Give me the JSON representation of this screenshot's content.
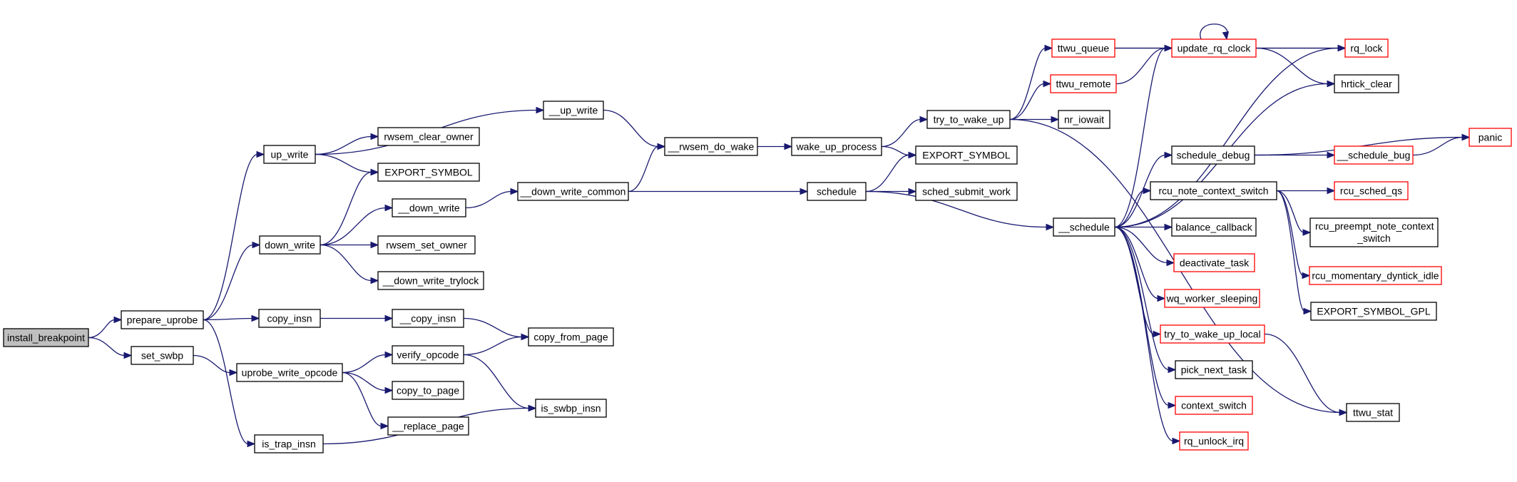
{
  "graph": {
    "edge_color": "#191970",
    "node_fill": "#ffffff",
    "root_fill": "#bfbfbf",
    "border_normal": "#000000",
    "border_truncated": "#ff0000",
    "nodes": [
      {
        "id": "install_breakpoint",
        "label": "install_breakpoint",
        "style": "root"
      },
      {
        "id": "prepare_uprobe",
        "label": "prepare_uprobe",
        "style": "normal"
      },
      {
        "id": "set_swbp",
        "label": "set_swbp",
        "style": "normal"
      },
      {
        "id": "up_write",
        "label": "up_write",
        "style": "normal"
      },
      {
        "id": "down_write",
        "label": "down_write",
        "style": "normal"
      },
      {
        "id": "copy_insn",
        "label": "copy_insn",
        "style": "normal"
      },
      {
        "id": "is_trap_insn",
        "label": "is_trap_insn",
        "style": "normal"
      },
      {
        "id": "__up_write",
        "label": "__up_write",
        "style": "normal"
      },
      {
        "id": "rwsem_clear_owner",
        "label": "rwsem_clear_owner",
        "style": "normal"
      },
      {
        "id": "EXPORT_SYMBOL_1",
        "label": "EXPORT_SYMBOL",
        "style": "normal"
      },
      {
        "id": "__down_write",
        "label": "__down_write",
        "style": "normal"
      },
      {
        "id": "rwsem_set_owner",
        "label": "rwsem_set_owner",
        "style": "normal"
      },
      {
        "id": "__down_write_trylock",
        "label": "__down_write_trylock",
        "style": "normal"
      },
      {
        "id": "__copy_insn",
        "label": "__copy_insn",
        "style": "normal"
      },
      {
        "id": "uprobe_write_opcode",
        "label": "uprobe_write_opcode",
        "style": "normal"
      },
      {
        "id": "verify_opcode",
        "label": "verify_opcode",
        "style": "normal"
      },
      {
        "id": "copy_to_page",
        "label": "copy_to_page",
        "style": "normal"
      },
      {
        "id": "__replace_page",
        "label": "__replace_page",
        "style": "normal"
      },
      {
        "id": "copy_from_page",
        "label": "copy_from_page",
        "style": "normal"
      },
      {
        "id": "is_swbp_insn",
        "label": "is_swbp_insn",
        "style": "normal"
      },
      {
        "id": "__rwsem_do_wake",
        "label": "__rwsem_do_wake",
        "style": "normal"
      },
      {
        "id": "__down_write_common",
        "label": "__down_write_common",
        "style": "normal"
      },
      {
        "id": "wake_up_process",
        "label": "wake_up_process",
        "style": "normal"
      },
      {
        "id": "schedule",
        "label": "schedule",
        "style": "normal"
      },
      {
        "id": "try_to_wake_up",
        "label": "try_to_wake_up",
        "style": "normal"
      },
      {
        "id": "EXPORT_SYMBOL_2",
        "label": "EXPORT_SYMBOL",
        "style": "normal"
      },
      {
        "id": "sched_submit_work",
        "label": "sched_submit_work",
        "style": "normal"
      },
      {
        "id": "ttwu_queue",
        "label": "ttwu_queue",
        "style": "truncated"
      },
      {
        "id": "ttwu_remote",
        "label": "ttwu_remote",
        "style": "truncated"
      },
      {
        "id": "nr_iowait",
        "label": "nr_iowait",
        "style": "normal"
      },
      {
        "id": "__schedule",
        "label": "__schedule",
        "style": "normal"
      },
      {
        "id": "update_rq_clock",
        "label": "update_rq_clock",
        "style": "truncated"
      },
      {
        "id": "rq_lock",
        "label": "rq_lock",
        "style": "truncated"
      },
      {
        "id": "hrtick_clear",
        "label": "hrtick_clear",
        "style": "normal"
      },
      {
        "id": "schedule_debug",
        "label": "schedule_debug",
        "style": "normal"
      },
      {
        "id": "__schedule_bug",
        "label": "__schedule_bug",
        "style": "truncated"
      },
      {
        "id": "panic",
        "label": "panic",
        "style": "truncated"
      },
      {
        "id": "rcu_note_context_switch",
        "label": "rcu_note_context_switch",
        "style": "normal"
      },
      {
        "id": "rcu_sched_qs",
        "label": "rcu_sched_qs",
        "style": "truncated"
      },
      {
        "id": "rcu_preempt_note_context_switch",
        "label": "rcu_preempt_note_context\n_switch",
        "style": "normal"
      },
      {
        "id": "rcu_momentary_dyntick_idle",
        "label": "rcu_momentary_dyntick_idle",
        "style": "truncated"
      },
      {
        "id": "EXPORT_SYMBOL_GPL",
        "label": "EXPORT_SYMBOL_GPL",
        "style": "normal"
      },
      {
        "id": "balance_callback",
        "label": "balance_callback",
        "style": "normal"
      },
      {
        "id": "deactivate_task",
        "label": "deactivate_task",
        "style": "truncated"
      },
      {
        "id": "wq_worker_sleeping",
        "label": "wq_worker_sleeping",
        "style": "truncated"
      },
      {
        "id": "try_to_wake_up_local",
        "label": "try_to_wake_up_local",
        "style": "truncated"
      },
      {
        "id": "pick_next_task",
        "label": "pick_next_task",
        "style": "normal"
      },
      {
        "id": "context_switch",
        "label": "context_switch",
        "style": "truncated"
      },
      {
        "id": "rq_unlock_irq",
        "label": "rq_unlock_irq",
        "style": "truncated"
      },
      {
        "id": "ttwu_stat",
        "label": "ttwu_stat",
        "style": "normal"
      }
    ],
    "edges": [
      [
        "install_breakpoint",
        "prepare_uprobe"
      ],
      [
        "install_breakpoint",
        "set_swbp"
      ],
      [
        "prepare_uprobe",
        "up_write"
      ],
      [
        "prepare_uprobe",
        "down_write"
      ],
      [
        "prepare_uprobe",
        "copy_insn"
      ],
      [
        "prepare_uprobe",
        "is_trap_insn"
      ],
      [
        "up_write",
        "__up_write"
      ],
      [
        "up_write",
        "rwsem_clear_owner"
      ],
      [
        "up_write",
        "EXPORT_SYMBOL_1"
      ],
      [
        "down_write",
        "EXPORT_SYMBOL_1"
      ],
      [
        "down_write",
        "__down_write"
      ],
      [
        "down_write",
        "rwsem_set_owner"
      ],
      [
        "down_write",
        "__down_write_trylock"
      ],
      [
        "copy_insn",
        "__copy_insn"
      ],
      [
        "__copy_insn",
        "copy_from_page"
      ],
      [
        "set_swbp",
        "uprobe_write_opcode"
      ],
      [
        "uprobe_write_opcode",
        "verify_opcode"
      ],
      [
        "uprobe_write_opcode",
        "copy_to_page"
      ],
      [
        "uprobe_write_opcode",
        "__replace_page"
      ],
      [
        "verify_opcode",
        "copy_from_page"
      ],
      [
        "verify_opcode",
        "is_swbp_insn"
      ],
      [
        "is_trap_insn",
        "is_swbp_insn"
      ],
      [
        "__up_write",
        "__rwsem_do_wake"
      ],
      [
        "__down_write",
        "__down_write_common"
      ],
      [
        "__down_write_common",
        "__rwsem_do_wake"
      ],
      [
        "__down_write_common",
        "schedule"
      ],
      [
        "__rwsem_do_wake",
        "wake_up_process"
      ],
      [
        "wake_up_process",
        "try_to_wake_up"
      ],
      [
        "wake_up_process",
        "EXPORT_SYMBOL_2"
      ],
      [
        "schedule",
        "EXPORT_SYMBOL_2"
      ],
      [
        "schedule",
        "sched_submit_work"
      ],
      [
        "schedule",
        "__schedule"
      ],
      [
        "try_to_wake_up",
        "ttwu_queue"
      ],
      [
        "try_to_wake_up",
        "ttwu_remote"
      ],
      [
        "try_to_wake_up",
        "nr_iowait"
      ],
      [
        "try_to_wake_up",
        "ttwu_stat"
      ],
      [
        "ttwu_queue",
        "update_rq_clock"
      ],
      [
        "ttwu_queue",
        "rq_lock"
      ],
      [
        "ttwu_remote",
        "update_rq_clock"
      ],
      [
        "update_rq_clock",
        "update_rq_clock"
      ],
      [
        "update_rq_clock",
        "rq_lock"
      ],
      [
        "update_rq_clock",
        "hrtick_clear"
      ],
      [
        "__schedule",
        "update_rq_clock"
      ],
      [
        "__schedule",
        "rq_lock"
      ],
      [
        "__schedule",
        "hrtick_clear"
      ],
      [
        "__schedule",
        "schedule_debug"
      ],
      [
        "__schedule",
        "rcu_note_context_switch"
      ],
      [
        "__schedule",
        "balance_callback"
      ],
      [
        "__schedule",
        "deactivate_task"
      ],
      [
        "__schedule",
        "wq_worker_sleeping"
      ],
      [
        "__schedule",
        "try_to_wake_up_local"
      ],
      [
        "__schedule",
        "pick_next_task"
      ],
      [
        "__schedule",
        "context_switch"
      ],
      [
        "__schedule",
        "rq_unlock_irq"
      ],
      [
        "schedule_debug",
        "__schedule_bug"
      ],
      [
        "schedule_debug",
        "panic"
      ],
      [
        "__schedule_bug",
        "panic"
      ],
      [
        "rcu_note_context_switch",
        "rcu_sched_qs"
      ],
      [
        "rcu_note_context_switch",
        "rcu_preempt_note_context_switch"
      ],
      [
        "rcu_note_context_switch",
        "rcu_momentary_dyntick_idle"
      ],
      [
        "rcu_note_context_switch",
        "EXPORT_SYMBOL_GPL"
      ],
      [
        "try_to_wake_up_local",
        "ttwu_stat"
      ]
    ]
  }
}
